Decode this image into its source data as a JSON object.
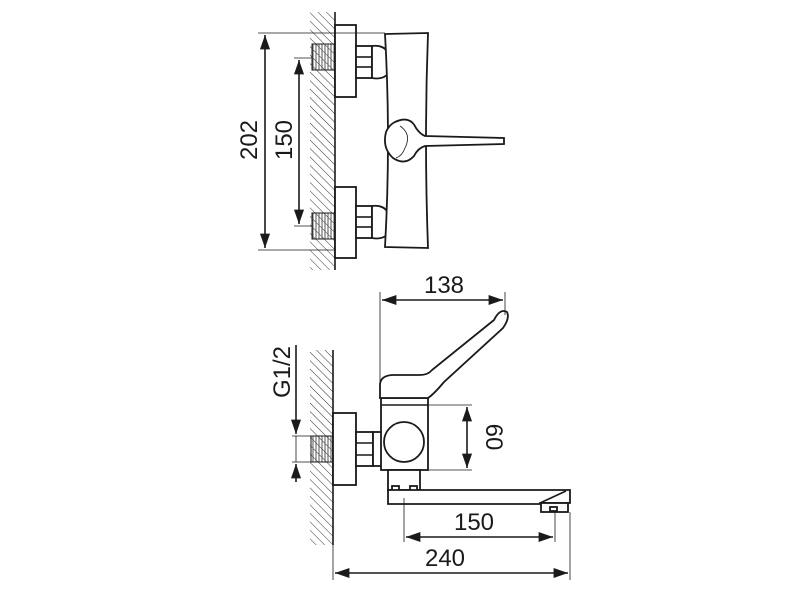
{
  "title": "Wall-mounted mixer tap dimensional drawing",
  "units": "mm",
  "front_view": {
    "dim_total_height": "202",
    "dim_inlet_spacing": "150"
  },
  "side_view": {
    "dim_lever_reach": "138",
    "dim_thread": "G1/2",
    "dim_body_height": "60",
    "dim_spout_reach": "150",
    "dim_total_projection": "240"
  },
  "colors": {
    "line": "#1a1a1a",
    "background": "#ffffff"
  }
}
